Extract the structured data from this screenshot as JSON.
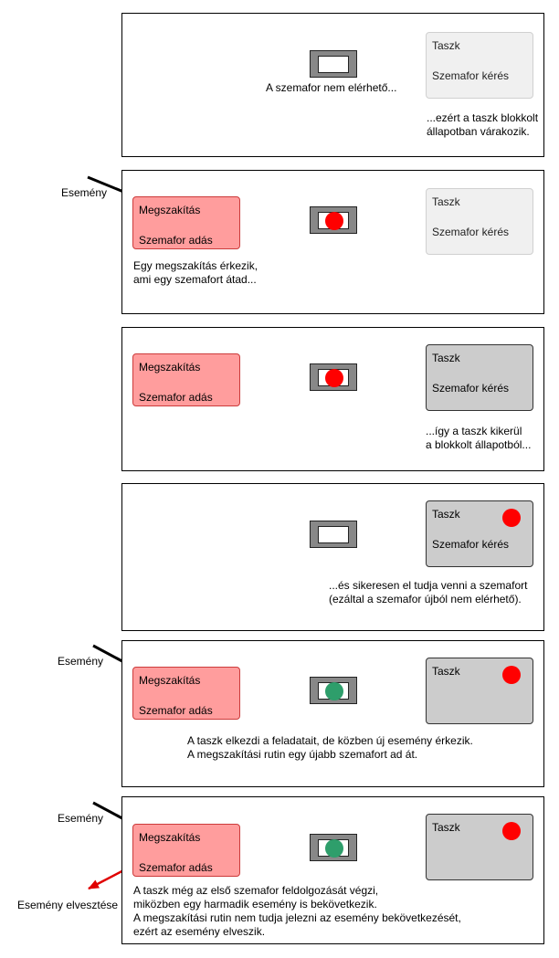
{
  "colors": {
    "red_token": "#ff0000",
    "green_token": "#2e9e6b",
    "irq_fill": "#ff9d9d",
    "irq_border": "#cc3b3b",
    "task_active": "#cccccc",
    "task_waiting": "#f0f0f0",
    "lost_arrow": "#e00000"
  },
  "labels": {
    "task": "Taszk",
    "semaphore_take": "Szemafor kérés",
    "interrupt": "Megszakítás",
    "semaphore_give": "Szemafor adás",
    "event": "Esemény",
    "event_lost": "Esemény elvesztése"
  },
  "panels": [
    {
      "semaphore_caption": "A szemafor nem elérhető...",
      "caption": [
        "...ezért a taszk blokkolt",
        "állapotban várakozik."
      ]
    },
    {
      "caption": [
        "Egy megszakítás érkezik,",
        "ami egy szemafort átad..."
      ]
    },
    {
      "caption": [
        "...így a taszk kikerül",
        "a blokkolt állapotból..."
      ]
    },
    {
      "caption": [
        "...és sikeresen el tudja venni a szemafort",
        "(ezáltal a szemafor újból nem elérhető)."
      ]
    },
    {
      "caption": [
        "A taszk elkezdi a feladatait, de közben új esemény érkezik.",
        "A megszakítási rutin egy újabb szemafort ad át."
      ]
    },
    {
      "caption": [
        "A taszk még az első szemafor feldolgozását végzi,",
        "miközben egy harmadik esemény is bekövetkezik.",
        "A megszakítási rutin nem tudja jelezni az esemény bekövetkezését,",
        "ezért az esemény elveszik."
      ]
    }
  ]
}
